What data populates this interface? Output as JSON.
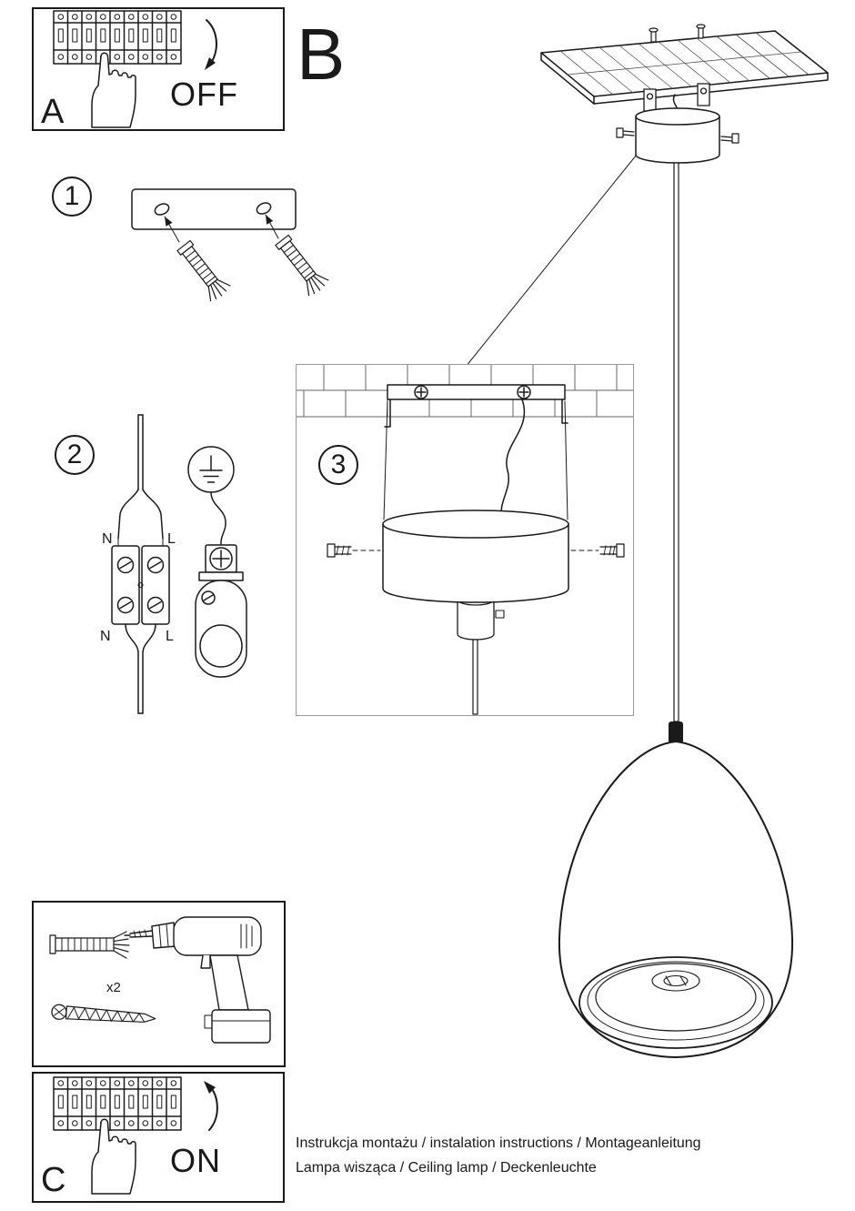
{
  "sections": {
    "a": {
      "label": "A",
      "action": "OFF"
    },
    "b": {
      "label": "B"
    },
    "c": {
      "label": "C",
      "action": "ON"
    }
  },
  "steps": {
    "one": {
      "number": "1"
    },
    "two": {
      "number": "2",
      "labels": {
        "n_top": "N",
        "l_top": "L",
        "n_bottom": "N",
        "l_bottom": "L"
      }
    },
    "three": {
      "number": "3"
    }
  },
  "tools": {
    "anchor_count": "x2"
  },
  "footer": {
    "line1": "Instrukcja montażu / instalation instructions / Montageanleitung",
    "line2": "Lampa wisząca / Ceiling lamp  / Deckenleuchte"
  }
}
